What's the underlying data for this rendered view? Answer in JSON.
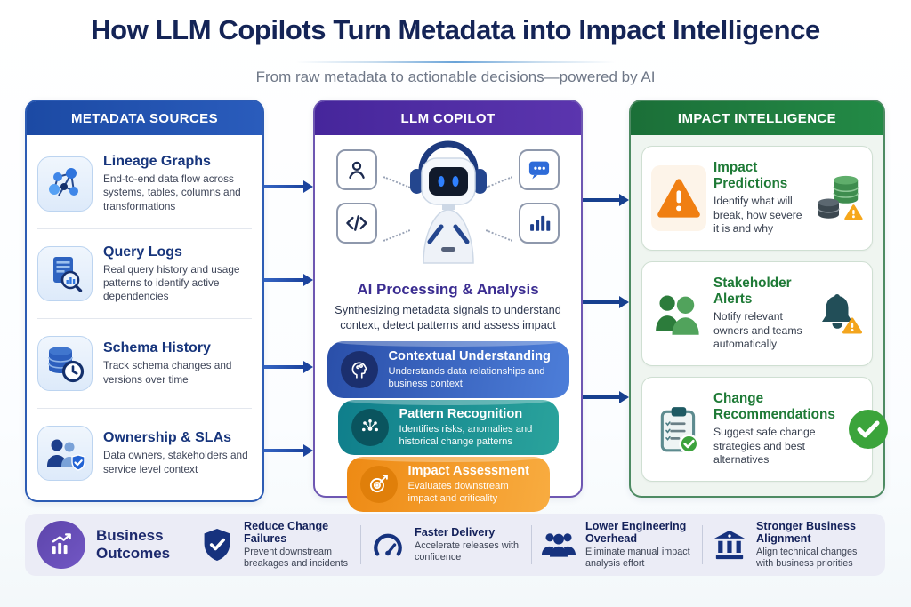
{
  "page": {
    "title": "How LLM Copilots Turn Metadata into Impact Intelligence",
    "subtitle": "From raw metadata to actionable decisions—powered by AI"
  },
  "colors": {
    "title_navy": "#142456",
    "sources_header_blue": "#1c4aa4",
    "copilot_header_purple": "#46269b",
    "intel_header_green": "#1b6f38",
    "funnel_blue": "#2a4fa9",
    "funnel_teal": "#0f7e8b",
    "funnel_orange": "#ee8a14",
    "arrow_blue": "#1c449e",
    "outcomes_bar_bg": "#ebecf6",
    "outcomes_purple": "#5d45ab"
  },
  "sources": {
    "header": "METADATA SOURCES",
    "items": [
      {
        "title": "Lineage Graphs",
        "desc": "End-to-end data flow across systems, tables, columns and transformations",
        "icon": "network-graph-icon"
      },
      {
        "title": "Query Logs",
        "desc": "Real query history and usage patterns to identify active dependencies",
        "icon": "document-search-icon"
      },
      {
        "title": "Schema History",
        "desc": "Track schema changes and versions over time",
        "icon": "database-clock-icon"
      },
      {
        "title": "Ownership & SLAs",
        "desc": "Data owners, stakeholders and service level context",
        "icon": "people-shield-icon"
      }
    ]
  },
  "copilot": {
    "header": "LLM COPILOT",
    "robot_icon": "robot-icon",
    "corner_icons": [
      "user-icon",
      "code-icon",
      "chat-icon",
      "bar-chart-icon"
    ],
    "section_title": "AI Processing & Analysis",
    "section_desc": "Synthesizing metadata signals to understand context, detect patterns and assess impact",
    "funnel": [
      {
        "title": "Contextual Understanding",
        "desc": "Understands data relationships and business context",
        "color": "#2a4fa9",
        "icon": "brain-head-icon"
      },
      {
        "title": "Pattern Recognition",
        "desc": "Identifies risks, anomalies and historical change patterns",
        "color": "#0f7e8b",
        "icon": "scatter-pattern-icon"
      },
      {
        "title": "Impact Assessment",
        "desc": "Evaluates downstream impact and criticality",
        "color": "#ee8a14",
        "icon": "target-icon"
      }
    ]
  },
  "intelligence": {
    "header": "IMPACT INTELLIGENCE",
    "cards": [
      {
        "title": "Impact Predictions",
        "desc": "Identify what will break, how severe it is and why",
        "left_icon": "warning-triangle-icon",
        "right_icon": "database-alert-icon"
      },
      {
        "title": "Stakeholder Alerts",
        "desc": "Notify relevant owners and teams automatically",
        "left_icon": "people-icon",
        "right_icon": "bell-alert-icon"
      },
      {
        "title": "Change Recommendations",
        "desc": "Suggest safe change strategies and best alternatives",
        "left_icon": "clipboard-check-icon",
        "right_icon": "check-circle-icon"
      }
    ]
  },
  "outcomes": {
    "label": "Business Outcomes",
    "label_icon": "growth-chart-icon",
    "items": [
      {
        "title": "Reduce Change Failures",
        "desc": "Prevent downstream breakages and incidents",
        "icon": "shield-check-icon"
      },
      {
        "title": "Faster Delivery",
        "desc": "Accelerate releases with confidence",
        "icon": "gauge-icon"
      },
      {
        "title": "Lower Engineering Overhead",
        "desc": "Eliminate manual impact analysis effort",
        "icon": "people-group-icon"
      },
      {
        "title": "Stronger Business Alignment",
        "desc": "Align technical changes with business priorities",
        "icon": "bank-icon"
      }
    ]
  }
}
